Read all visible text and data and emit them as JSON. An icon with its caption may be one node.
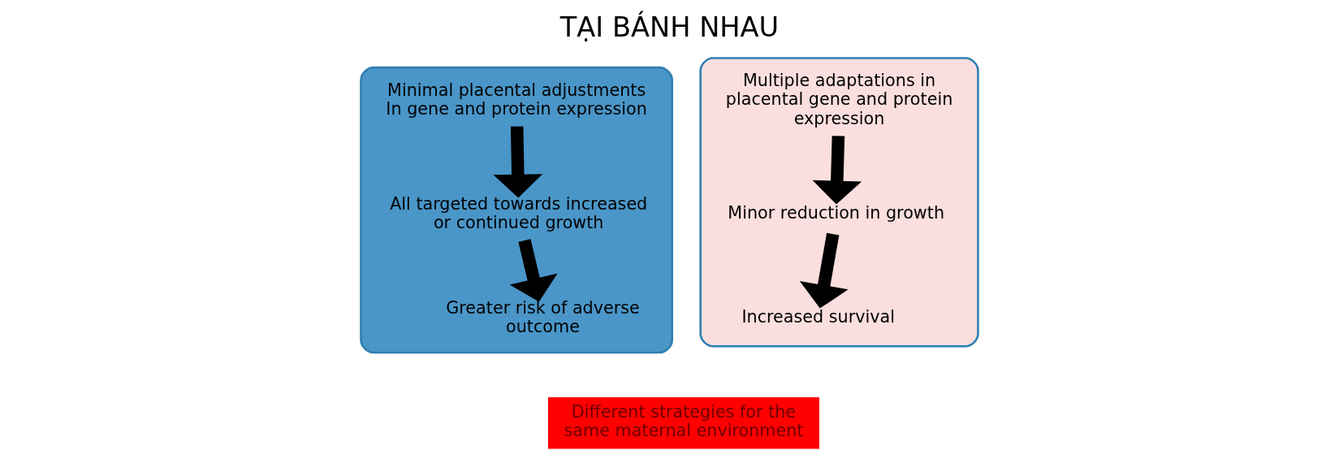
{
  "diagram": {
    "title": "TẠI BÁNH NHAU",
    "nodes": [
      {
        "text": [],
        "shape": "ellipse"
      },
      {
        "text": [
          "Minimal placental adjustments In gene and protein expression"
        ],
        "in": 0
      },
      {
        "text": [
          "All targeted towards increased or continued growth"
        ],
        "in": 0
      },
      {
        "text": [
          "Greater risk of adverse outcome"
        ],
        "in": 0
      },
      {
        "text": [],
        "shape": "ellipse"
      },
      {
        "text": [
          "Multiple adaptations in placental gene and protein expression"
        ],
        "in": 4
      },
      {
        "text": [
          "Minor reduction in growth"
        ],
        "in": 4
      },
      {
        "text": [
          "Increased survival"
        ],
        "in": 4
      },
      {
        "text": [
          "Different strategies for the same maternal environment"
        ]
      }
    ],
    "edges": [
      {
        "from": 1,
        "to": 2,
        "arrow": "to"
      },
      {
        "from": 2,
        "to": 3,
        "arrow": "to"
      },
      {
        "from": 5,
        "to": 6,
        "arrow": "to"
      },
      {
        "from": 6,
        "to": 7,
        "arrow": "to"
      }
    ]
  }
}
